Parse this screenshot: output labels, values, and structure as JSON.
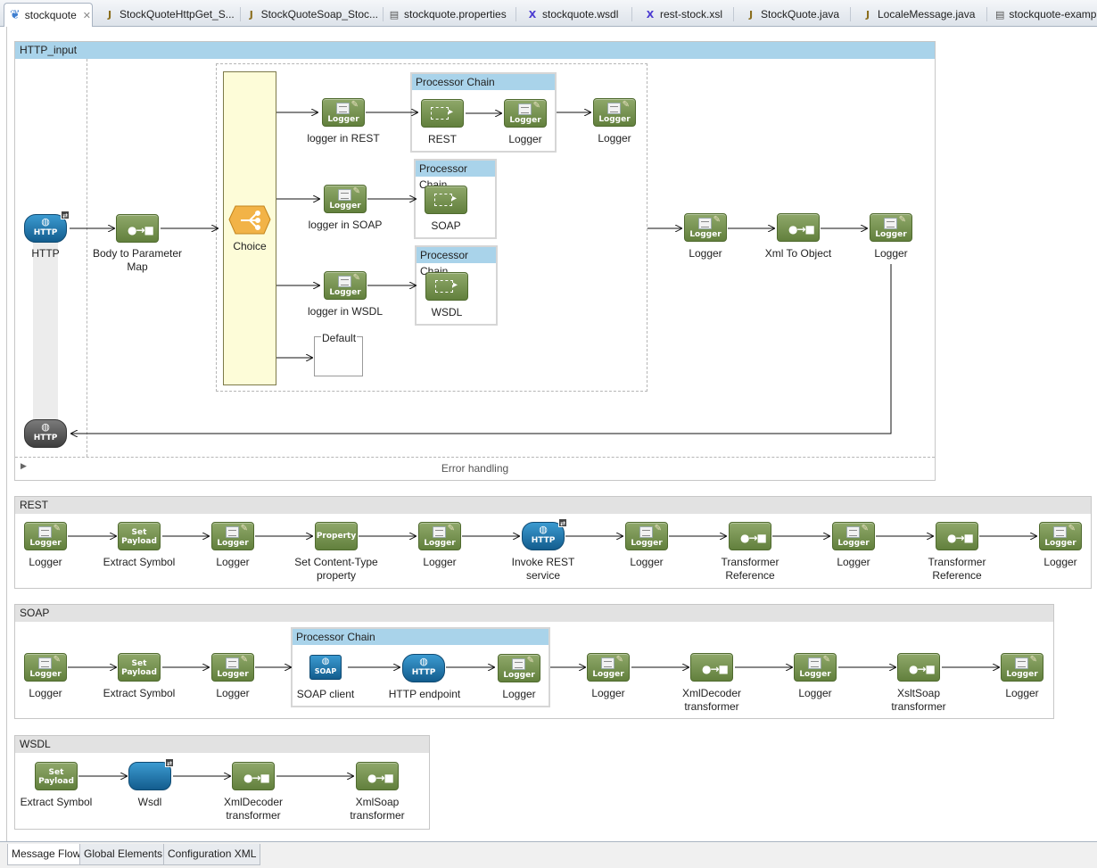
{
  "tabs": [
    {
      "label": "stockquote",
      "icon": "mule-icon",
      "active": true
    },
    {
      "label": "StockQuoteHttpGet_S...",
      "icon": "java-file-icon"
    },
    {
      "label": "StockQuoteSoap_Stoc...",
      "icon": "java-file-icon"
    },
    {
      "label": "stockquote.properties",
      "icon": "text-file-icon"
    },
    {
      "label": "stockquote.wsdl",
      "icon": "xml-file-icon"
    },
    {
      "label": "rest-stock.xsl",
      "icon": "xml-file-icon"
    },
    {
      "label": "StockQuote.java",
      "icon": "java-file-icon"
    },
    {
      "label": "LocaleMessage.java",
      "icon": "java-file-icon"
    },
    {
      "label": "stockquote-examp",
      "icon": "text-file-icon"
    }
  ],
  "http_input": {
    "title": "HTTP_input",
    "http_label": "HTTP",
    "body_to_param": "Body to Parameter Map",
    "choice": "Choice",
    "logger_rest": "logger in REST",
    "logger_soap": "logger in SOAP",
    "logger_wsdl": "logger in WSDL",
    "chain_title": "Processor Chain",
    "rest": "REST",
    "soap": "SOAP",
    "wsdl": "WSDL",
    "logger": "Logger",
    "default": "Default",
    "xml_to_object": "Xml To Object",
    "error_handling": "Error handling"
  },
  "rest_flow": {
    "title": "REST",
    "nodes": [
      "Logger",
      "Extract Symbol",
      "Logger",
      "Set Content-Type property",
      "Logger",
      "Invoke REST service",
      "Logger",
      "Transformer Reference",
      "Logger",
      "Transformer Reference",
      "Logger"
    ]
  },
  "soap_flow": {
    "title": "SOAP",
    "chain_title": "Processor Chain",
    "nodes": [
      "Logger",
      "Extract Symbol",
      "Logger",
      "SOAP client",
      "HTTP endpoint",
      "Logger",
      "Logger",
      "XmlDecoder transformer",
      "Logger",
      "XsltSoap transformer",
      "Logger"
    ]
  },
  "wsdl_flow": {
    "title": "WSDL",
    "nodes": [
      "Extract Symbol",
      "Wsdl",
      "XmlDecoder transformer",
      "XmlSoap transformer"
    ]
  },
  "icon_text": {
    "logger": "Logger",
    "set": "Set",
    "payload": "Payload",
    "property": "Property",
    "http": "HTTP",
    "soap": "SOAP"
  },
  "bottom_tabs": [
    "Message Flow",
    "Global Elements",
    "Configuration XML"
  ]
}
